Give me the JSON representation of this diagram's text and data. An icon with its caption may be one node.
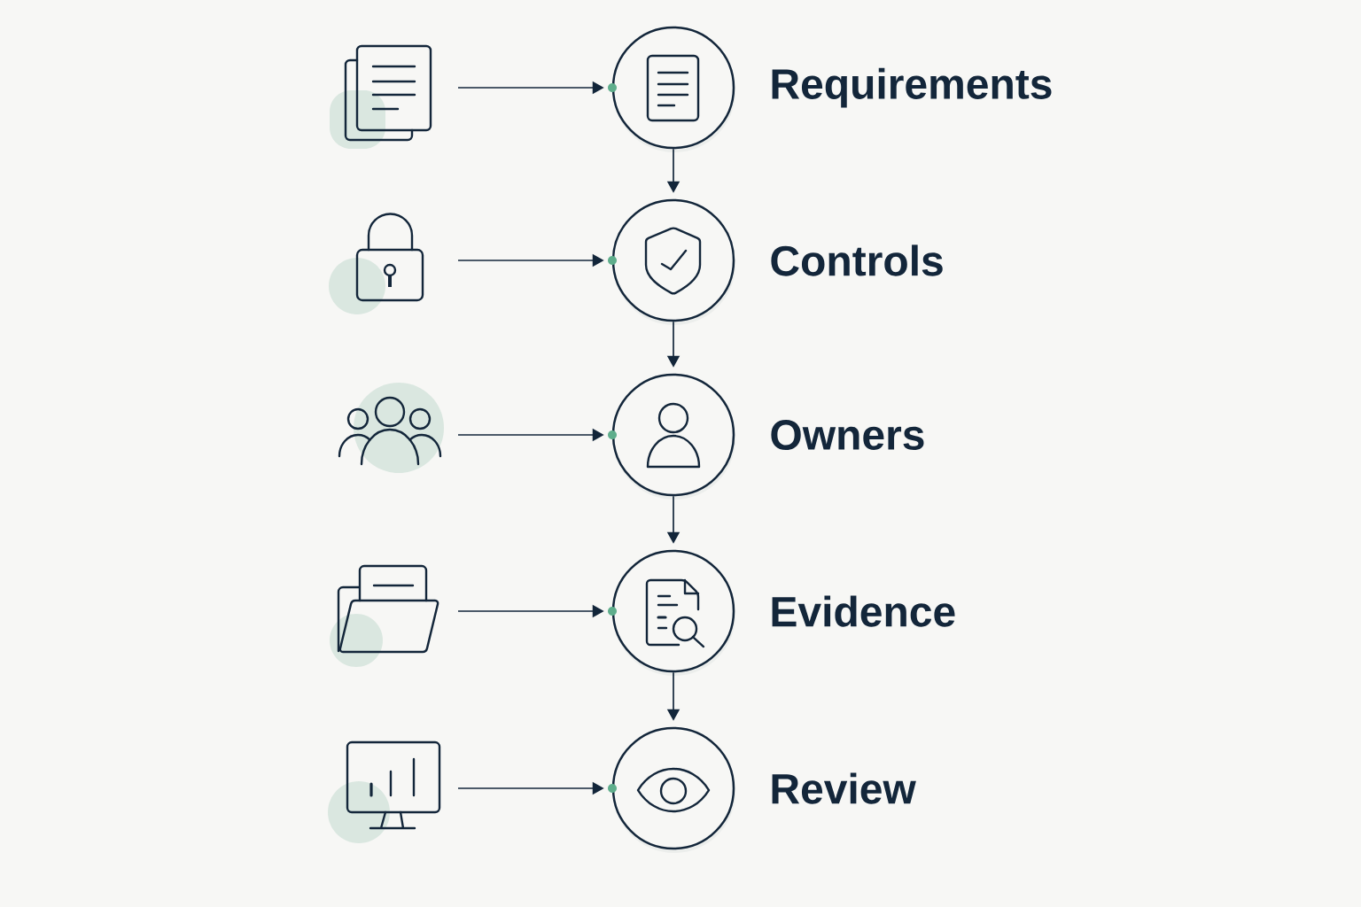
{
  "diagram": {
    "nodes": [
      {
        "text": [],
        "shape": "picture"
      },
      {
        "text": [
          "Requirements"
        ]
      },
      {
        "text": [],
        "shape": "picture"
      },
      {
        "text": [
          "Controls"
        ]
      },
      {
        "text": [],
        "shape": "picture"
      },
      {
        "text": [
          "Owners"
        ]
      },
      {
        "text": [],
        "shape": "picture"
      },
      {
        "text": [
          "Evidence"
        ]
      },
      {
        "text": [],
        "shape": "picture"
      },
      {
        "text": [
          "Review"
        ]
      }
    ],
    "edges": [
      {
        "from": 0,
        "to": 1,
        "arrow": "to"
      },
      {
        "from": 1,
        "to": 3,
        "arrow": "to"
      },
      {
        "from": 2,
        "to": 3,
        "arrow": "to"
      },
      {
        "from": 3,
        "to": 5,
        "arrow": "to"
      },
      {
        "from": 4,
        "to": 5,
        "arrow": "to"
      },
      {
        "from": 5,
        "to": 7,
        "arrow": "to"
      },
      {
        "from": 6,
        "to": 7,
        "arrow": "to"
      },
      {
        "from": 7,
        "to": 9,
        "arrow": "to"
      },
      {
        "from": 8,
        "to": 9,
        "arrow": "to"
      }
    ]
  }
}
